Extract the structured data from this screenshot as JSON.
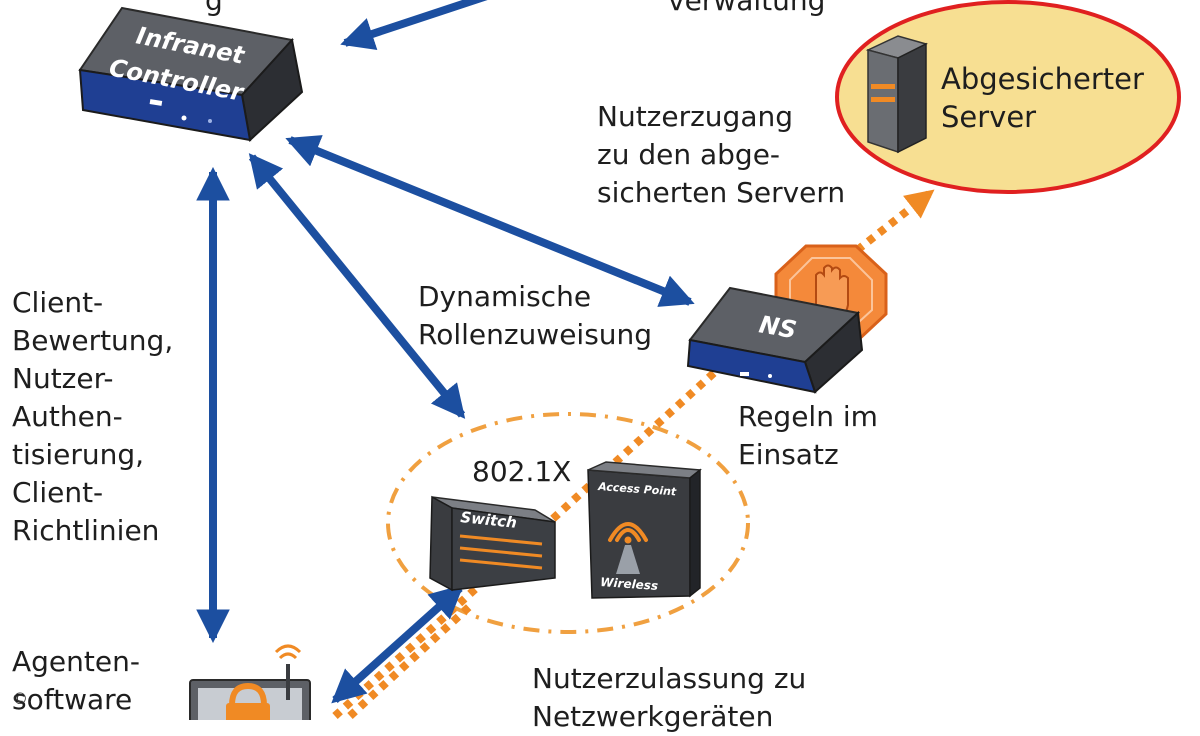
{
  "labels": {
    "top_left_cut": "g",
    "top_right_cut": "verwaltung",
    "zugang": [
      "Nutzerzugang",
      "zu den abge-",
      "sicherten Servern"
    ],
    "client": [
      "Client-",
      "Bewertung,",
      "Nutzer-",
      "Authen-",
      "tisierung,",
      "Client-",
      "Richtlinien"
    ],
    "dynamic": [
      "Dynamische",
      "Rollenzuweisung"
    ],
    "standard": "802.1X",
    "regeln": [
      "Regeln im",
      "Einsatz"
    ],
    "agent": [
      "Agenten-",
      "software"
    ],
    "zulassung": [
      "Nutzerzulassung zu",
      "Netzwerkgeräten"
    ]
  },
  "devices": {
    "controller": [
      "Infranet",
      "Controller"
    ],
    "ns": "NS",
    "switch": "Switch",
    "access_point": "Access Point",
    "wireless": "Wireless",
    "server": [
      "Abgesicherter",
      "Server"
    ]
  },
  "copyright": "©",
  "colors": {
    "arrow_blue": "#1c4fa0",
    "dotted_orange": "#f08a24",
    "server_fill": "#f7df92",
    "server_border": "#e02020",
    "device_gray": "#5d6066",
    "device_blue": "#1f3f93",
    "ring_orange": "#f0a040",
    "stop_orange": "#f4893a"
  },
  "icons": [
    "stop-hand-icon",
    "wifi-signal-icon",
    "padlock-icon",
    "antenna-icon"
  ]
}
